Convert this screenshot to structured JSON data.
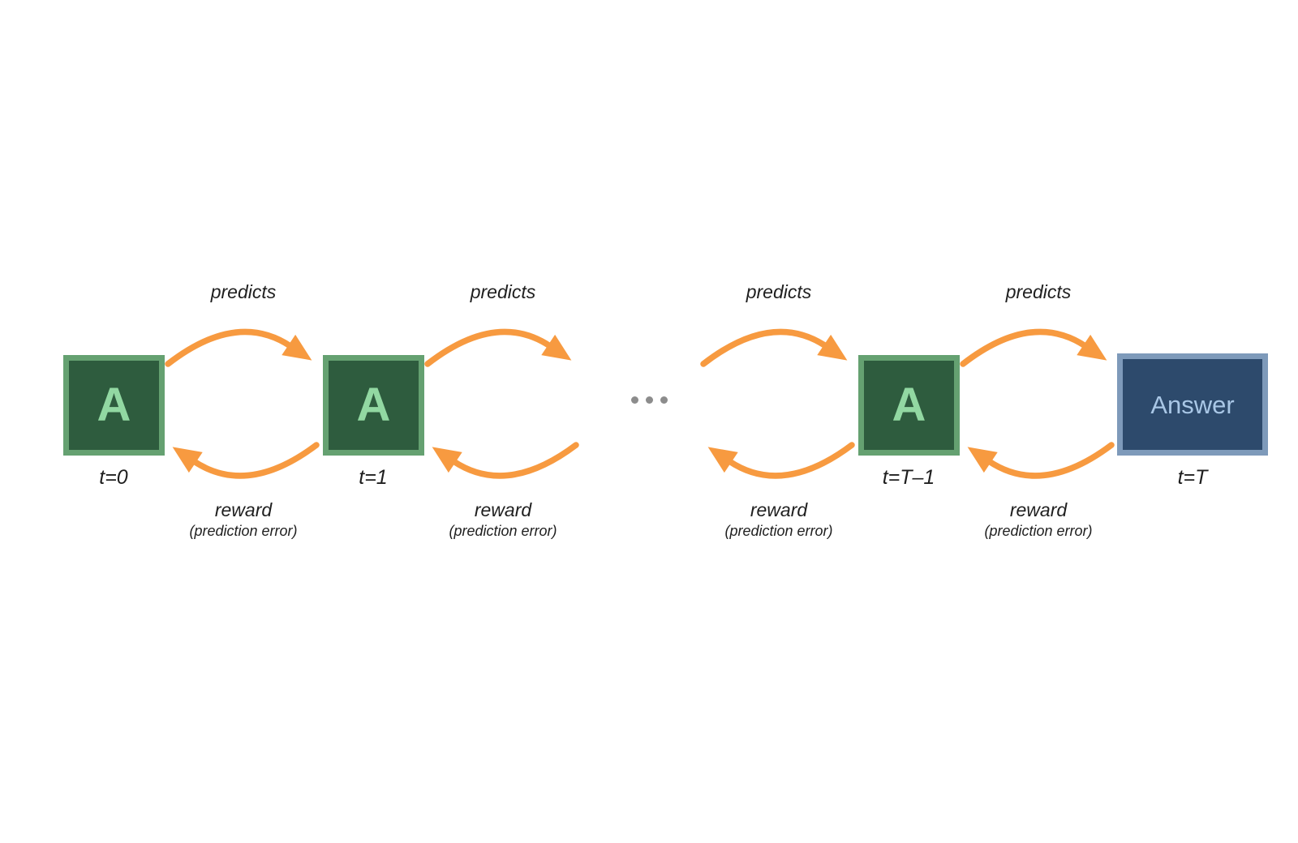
{
  "diagram": {
    "nodes": [
      {
        "id": "agent-t0",
        "type": "agent",
        "label": "A",
        "time_label": "t=0"
      },
      {
        "id": "agent-t1",
        "type": "agent",
        "label": "A",
        "time_label": "t=1"
      },
      {
        "id": "agent-tm1",
        "type": "agent",
        "label": "A",
        "time_label": "t=T–1"
      },
      {
        "id": "answer",
        "type": "answer",
        "label": "Answer",
        "time_label": "t=T"
      }
    ],
    "edges": [
      {
        "top_label": "predicts",
        "bottom_label": "reward",
        "bottom_sublabel": "(prediction error)"
      },
      {
        "top_label": "predicts",
        "bottom_label": "reward",
        "bottom_sublabel": "(prediction error)"
      },
      {
        "top_label": "predicts",
        "bottom_label": "reward",
        "bottom_sublabel": "(prediction error)"
      },
      {
        "top_label": "predicts",
        "bottom_label": "reward",
        "bottom_sublabel": "(prediction error)"
      }
    ],
    "ellipsis_dot_count": 3,
    "colors": {
      "arrow": "#F79A40",
      "agent_fill": "#2E5C3E",
      "agent_border": "#65A171",
      "agent_text": "#92D8A2",
      "answer_fill": "#2D4A6C",
      "answer_border": "#7E9ABA",
      "answer_text": "#A9C7E6",
      "label_text": "#1F1F1F",
      "ellipsis_dot": "#8C8C8C",
      "background": "#FFFFFF"
    }
  }
}
